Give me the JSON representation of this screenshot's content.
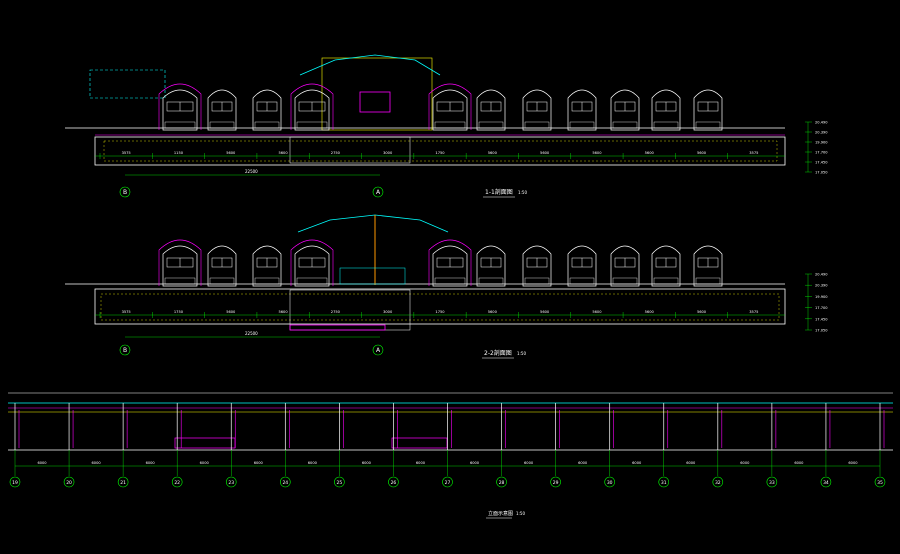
{
  "colors": {
    "background": "#000000",
    "white": "#ffffff",
    "yellow": "#ffff00",
    "green": "#00ff00",
    "cyan": "#00ffff",
    "magenta": "#ff00ff",
    "red": "#ff0000",
    "orange": "#ff9900"
  },
  "section_1": {
    "title": "1-1剖面图",
    "scale": "1:50",
    "axis_left": "B",
    "axis_right": "A",
    "bottom_dims": [
      "3575",
      "1150",
      "5600",
      "5600",
      "2750",
      "3000",
      "1750",
      "5600",
      "5600",
      "5600",
      "5600",
      "5600",
      "3575"
    ],
    "total_dim": "22500",
    "right_dims": [
      "20.490",
      "20.390",
      "19.900",
      "17.700",
      "17.450",
      "17.050"
    ]
  },
  "section_2": {
    "title": "2-2剖面图",
    "scale": "1:50",
    "axis_left": "B",
    "axis_right": "A",
    "bottom_dims": [
      "3575",
      "1750",
      "5600",
      "5600",
      "2750",
      "3000",
      "1750",
      "5600",
      "5600",
      "5600",
      "5600",
      "5600",
      "3575"
    ],
    "total_dim": "22500",
    "right_dims": [
      "20.490",
      "20.390",
      "19.900",
      "17.700",
      "17.450",
      "17.050"
    ]
  },
  "elevation": {
    "title": "立面示意图",
    "scale": "1:50",
    "axes": [
      "19",
      "20",
      "21",
      "22",
      "23",
      "24",
      "25",
      "26",
      "27",
      "28",
      "29",
      "30",
      "31",
      "32",
      "33",
      "34",
      "35"
    ],
    "bay_dims": [
      "6000",
      "6000",
      "6000",
      "6000",
      "6000",
      "6000",
      "6000",
      "6000",
      "6000",
      "6000",
      "6000",
      "6000",
      "6000",
      "6000",
      "6000",
      "6000"
    ]
  }
}
